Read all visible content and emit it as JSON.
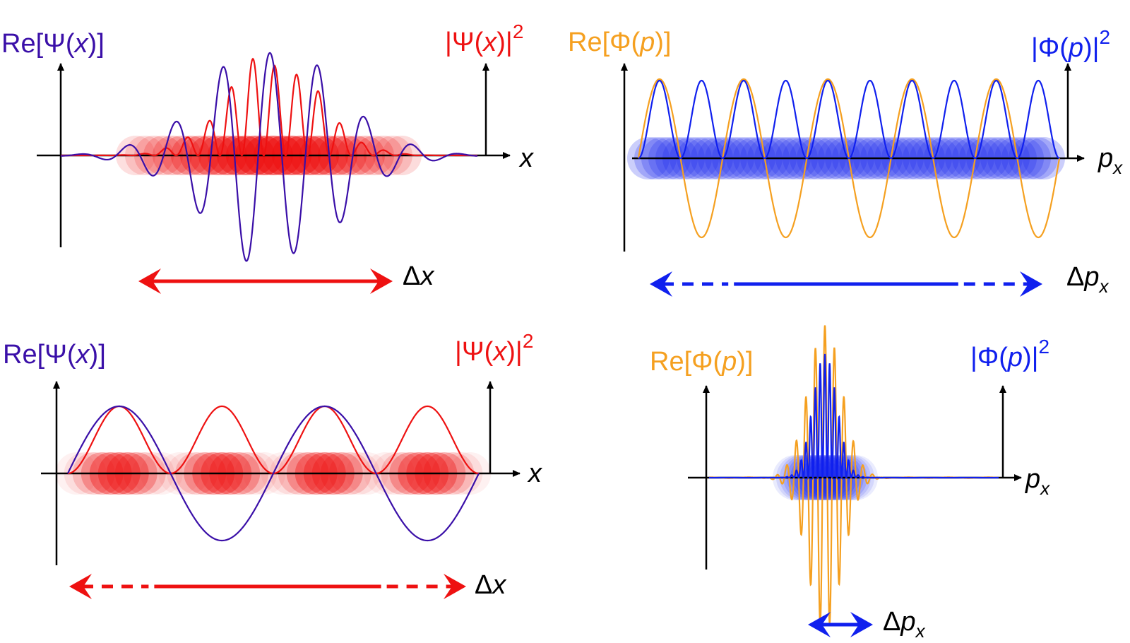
{
  "colors": {
    "psi_re": "#3a0fa8",
    "psi_sq": "#ee1111",
    "phi_re": "#f5a020",
    "phi_sq": "#1020ee"
  },
  "panels": {
    "top_left": {
      "real_label": {
        "pre": "Re[Ψ(",
        "var": "x",
        "post": ")]"
      },
      "sq_label": {
        "pre": "|Ψ(",
        "var": "x",
        "post": ")|",
        "exp": "2"
      },
      "axis_label": "x",
      "spread_label": {
        "delta": "Δ",
        "var": "x"
      },
      "spread_arrow": "solid",
      "wave": "localized"
    },
    "top_right": {
      "real_label": {
        "pre": "Re[Φ(",
        "var": "p",
        "post": ")]"
      },
      "sq_label": {
        "pre": "|Φ(",
        "var": "p",
        "post": ")|",
        "exp": "2"
      },
      "axis_label": {
        "var": "p",
        "sub": "x"
      },
      "spread_label": {
        "delta": "Δ",
        "var": "p",
        "sub": "x"
      },
      "spread_arrow": "dashed-ends",
      "wave": "extended"
    },
    "bottom_left": {
      "real_label": {
        "pre": "Re[Ψ(",
        "var": "x",
        "post": ")]"
      },
      "sq_label": {
        "pre": "|Ψ(",
        "var": "x",
        "post": ")|",
        "exp": "2"
      },
      "axis_label": "x",
      "spread_label": {
        "delta": "Δ",
        "var": "x"
      },
      "spread_arrow": "dashed-ends",
      "wave": "extended"
    },
    "bottom_right": {
      "real_label": {
        "pre": "Re[Φ(",
        "var": "p",
        "post": ")]"
      },
      "sq_label": {
        "pre": "|Φ(",
        "var": "p",
        "post": ")|",
        "exp": "2"
      },
      "axis_label": {
        "var": "p",
        "sub": "x"
      },
      "spread_label": {
        "delta": "Δ",
        "var": "p",
        "sub": "x"
      },
      "spread_arrow": "solid",
      "wave": "localized"
    }
  }
}
